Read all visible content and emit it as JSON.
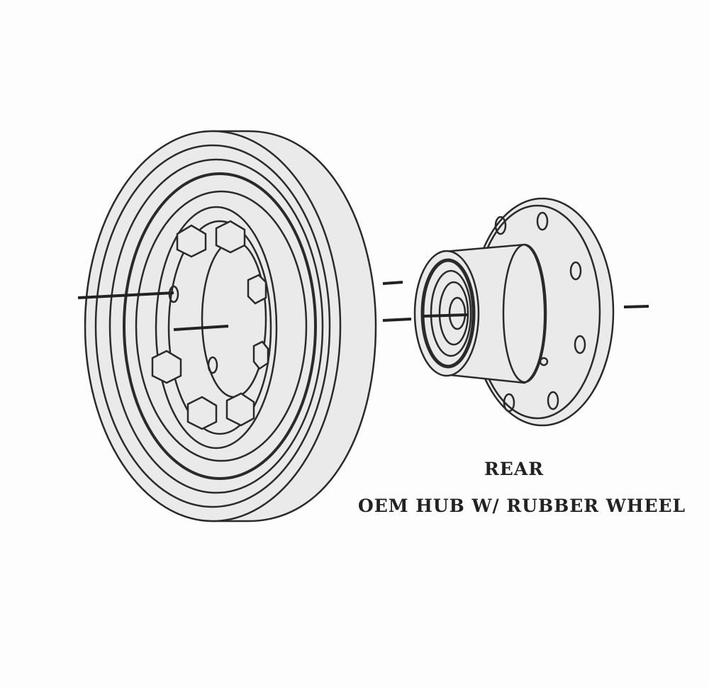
{
  "diagram": {
    "label_line1": "REAR",
    "label_line2": "OEM HUB W/ RUBBER WHEEL",
    "parts": [
      "rubber-wheel",
      "oem-hub"
    ]
  }
}
